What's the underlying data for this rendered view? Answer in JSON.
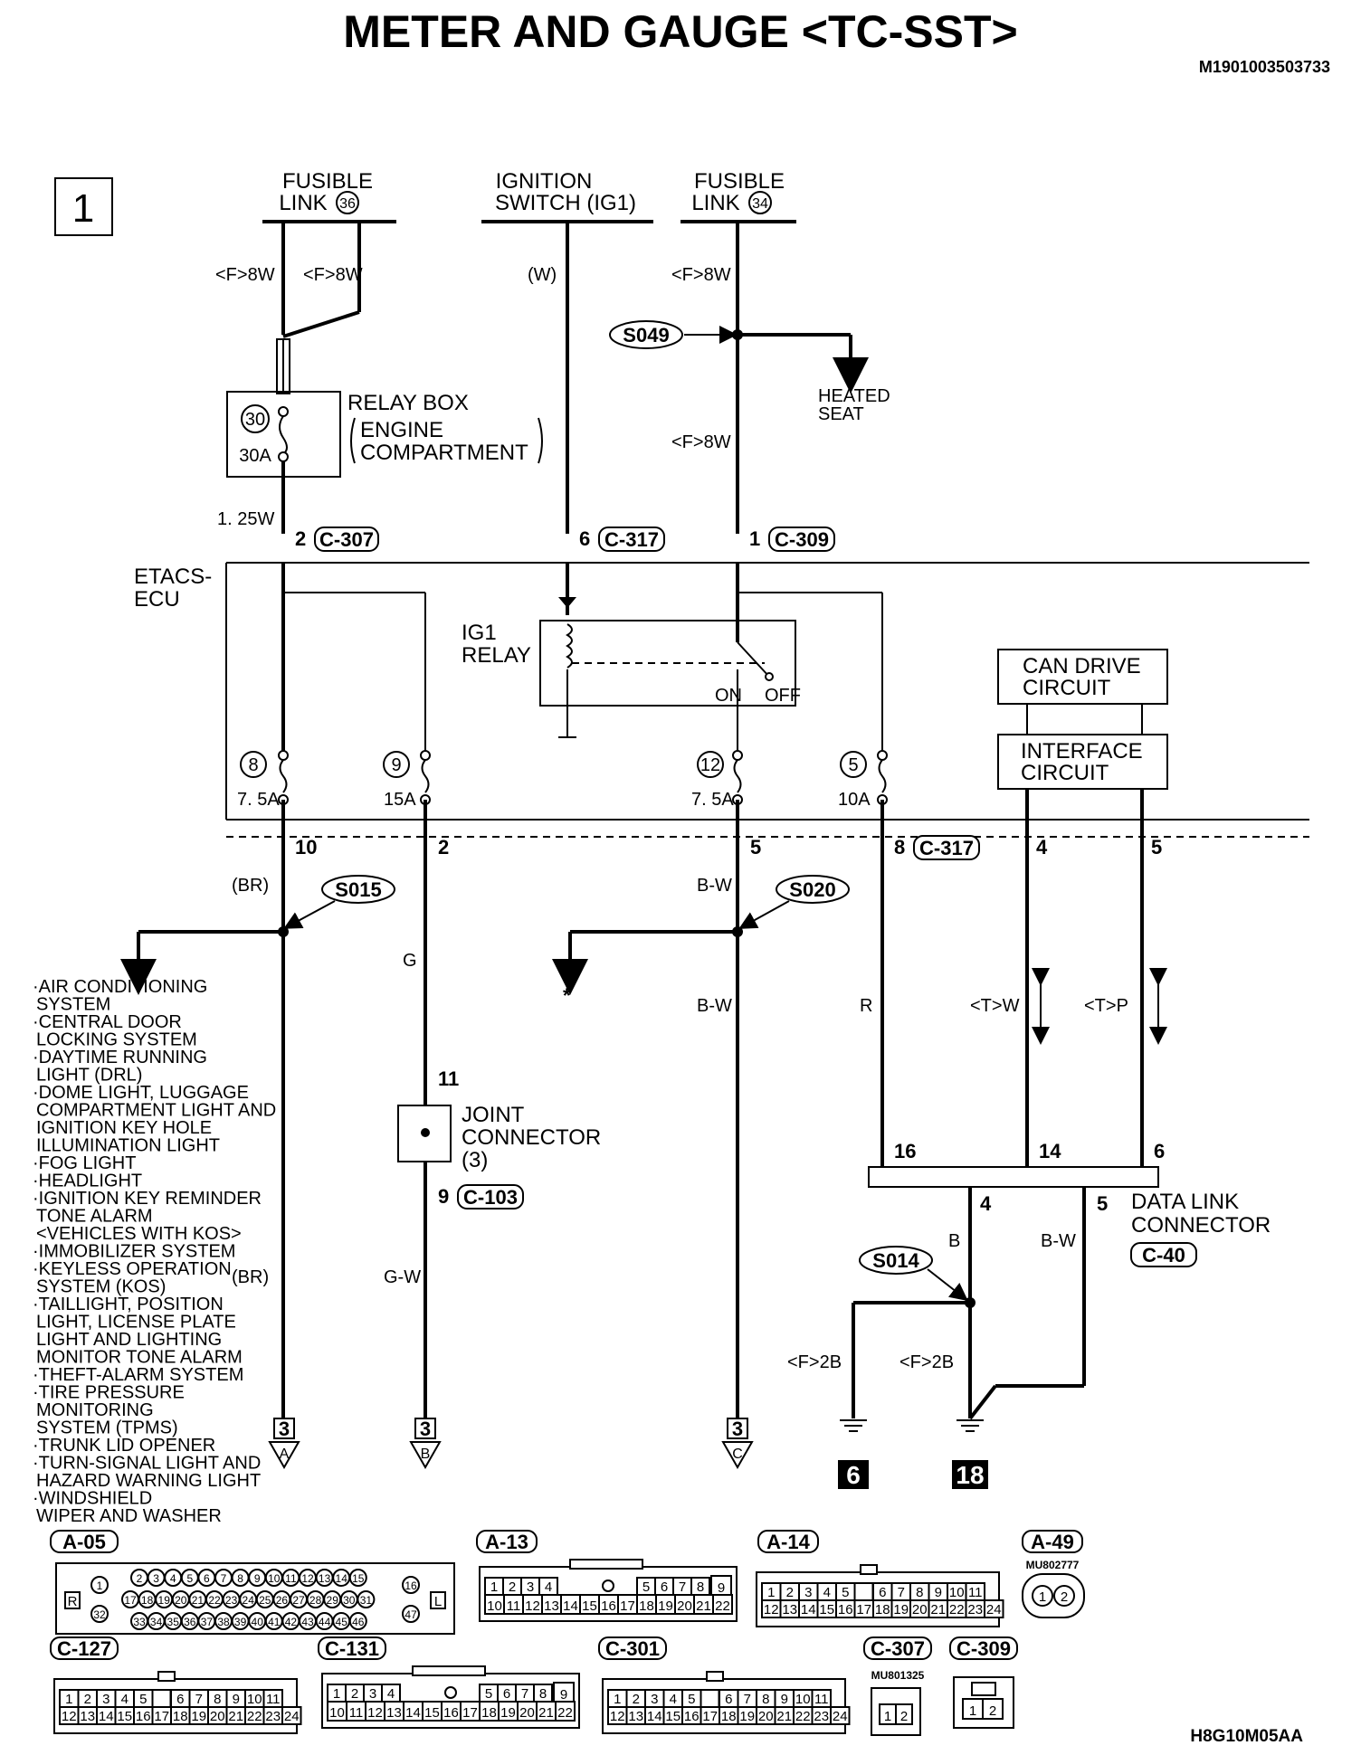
{
  "title": "METER AND GAUGE <TC-SST>",
  "doc_code": "M1901003503733",
  "figure_code": "H8G10M05AA",
  "page_box": "1",
  "sources": {
    "fusible_link_36": {
      "line1": "FUSIBLE",
      "line2": "LINK",
      "num": "36"
    },
    "ignition": {
      "line1": "IGNITION",
      "line2": "SWITCH (IG1)"
    },
    "fusible_link_34": {
      "line1": "FUSIBLE",
      "line2": "LINK",
      "num": "34"
    }
  },
  "wires": {
    "f8w": "<F>8W",
    "w": "(W)",
    "br": "(BR)",
    "g": "G",
    "gw": "G-W",
    "bw": "B-W",
    "r": "R",
    "tw": "<T>W",
    "tp": "<T>P",
    "b": "B",
    "f2b": "<F>2B",
    "w125": "1. 25W"
  },
  "splices": {
    "s049": "S049",
    "s015": "S015",
    "s020": "S020",
    "s014": "S014"
  },
  "heated_seat": {
    "line1": "HEATED",
    "line2": "SEAT"
  },
  "relay_box": {
    "title": "RELAY BOX",
    "sub1": "ENGINE",
    "sub2": "COMPARTMENT",
    "fuse_num": "30",
    "fuse_amp": "30A"
  },
  "connectors": {
    "c307": "C-307",
    "c317": "C-317",
    "c309": "C-309",
    "c103": "C-103",
    "c40": "C-40",
    "pin_2": "2",
    "pin_6": "6",
    "pin_1": "1"
  },
  "etacs": {
    "line1": "ETACS-",
    "line2": "ECU"
  },
  "ig1_relay": {
    "line1": "IG1",
    "line2": "RELAY",
    "on": "ON",
    "off": "OFF"
  },
  "can_drive": {
    "line1": "CAN DRIVE",
    "line2": "CIRCUIT"
  },
  "interface": {
    "line1": "INTERFACE",
    "line2": "CIRCUIT"
  },
  "fuses": [
    {
      "num": "8",
      "amp": "7. 5A"
    },
    {
      "num": "9",
      "amp": "15A"
    },
    {
      "num": "12",
      "amp": "7. 5A"
    },
    {
      "num": "5",
      "amp": "10A"
    }
  ],
  "ecu_out_pins": [
    "10",
    "2",
    "5",
    "8",
    "4",
    "5"
  ],
  "joint": {
    "line1": "JOINT",
    "line2": "CONNECTOR",
    "line3": "(3)",
    "pin_in": "11",
    "pin_out": "9"
  },
  "dlc": {
    "line1": "DATA LINK",
    "line2": "CONNECTOR",
    "pins_top": [
      "16",
      "14",
      "6"
    ],
    "pins_bottom": [
      "4",
      "5"
    ]
  },
  "star": "*",
  "systems": [
    "·AIR CONDITIONING",
    "  SYSTEM",
    "·CENTRAL DOOR",
    "  LOCKING SYSTEM",
    "·DAYTIME RUNNING",
    "  LIGHT (DRL)",
    "·DOME LIGHT, LUGGAGE",
    "  COMPARTMENT LIGHT AND",
    "  IGNITION KEY HOLE",
    "  ILLUMINATION LIGHT",
    "·FOG LIGHT",
    "·HEADLIGHT",
    "·IGNITION KEY REMINDER",
    "  TONE ALARM",
    "  <VEHICLES WITH KOS>",
    "·IMMOBILIZER SYSTEM",
    "·KEYLESS OPERATION",
    "  SYSTEM (KOS)",
    "·TAILLIGHT, POSITION",
    "  LIGHT, LICENSE PLATE",
    "  LIGHT AND LIGHTING",
    "  MONITOR TONE ALARM",
    "·THEFT-ALARM SYSTEM",
    "·TIRE PRESSURE",
    "  MONITORING",
    "  SYSTEM (TPMS)",
    "·TRUNK LID OPENER",
    "·TURN-SIGNAL LIGHT AND",
    "  HAZARD WARNING LIGHT",
    "·WINDSHIELD",
    "  WIPER AND WASHER"
  ],
  "page_refs": [
    {
      "page": "3",
      "letter": "A"
    },
    {
      "page": "3",
      "letter": "B"
    },
    {
      "page": "3",
      "letter": "C"
    }
  ],
  "grounds": [
    "6",
    "18"
  ],
  "views": {
    "a05": {
      "label": "A-05",
      "row1": [
        "2",
        "3",
        "4",
        "5",
        "6",
        "7",
        "8",
        "9",
        "10",
        "11",
        "12",
        "13",
        "14",
        "15"
      ],
      "row2": [
        "17",
        "18",
        "19",
        "20",
        "21",
        "22",
        "23",
        "24",
        "25",
        "26",
        "27",
        "28",
        "29",
        "30",
        "31"
      ],
      "row3": [
        "33",
        "34",
        "35",
        "36",
        "37",
        "38",
        "39",
        "40",
        "41",
        "42",
        "43",
        "44",
        "45",
        "46"
      ],
      "left_top": "1",
      "left_bot": "32",
      "right_top": "16",
      "right_bot": "47",
      "R": "R",
      "L": "L"
    },
    "a13": {
      "label": "A-13"
    },
    "a14": {
      "label": "A-14"
    },
    "a49": {
      "label": "A-49",
      "part": "MU802777",
      "pins": [
        "1",
        "2"
      ]
    },
    "c127": {
      "label": "C-127"
    },
    "c131": {
      "label": "C-131"
    },
    "c301": {
      "label": "C-301"
    },
    "c307": {
      "label": "C-307",
      "part": "MU801325",
      "pins": [
        "1",
        "2"
      ]
    },
    "c309": {
      "label": "C-309",
      "pins": [
        "1",
        "2"
      ]
    },
    "p22_row1": [
      "1",
      "2",
      "3",
      "4",
      "5",
      "6",
      "7",
      "8",
      "9"
    ],
    "p22_row2": [
      "10",
      "11",
      "12",
      "13",
      "14",
      "15",
      "16",
      "17",
      "18",
      "19",
      "20",
      "21",
      "22"
    ],
    "p24_row1": [
      "1",
      "2",
      "3",
      "4",
      "5",
      "6",
      "7",
      "8",
      "9",
      "10",
      "11"
    ],
    "p24_row2": [
      "12",
      "13",
      "14",
      "15",
      "16",
      "17",
      "18",
      "19",
      "20",
      "21",
      "22",
      "23",
      "24"
    ]
  }
}
